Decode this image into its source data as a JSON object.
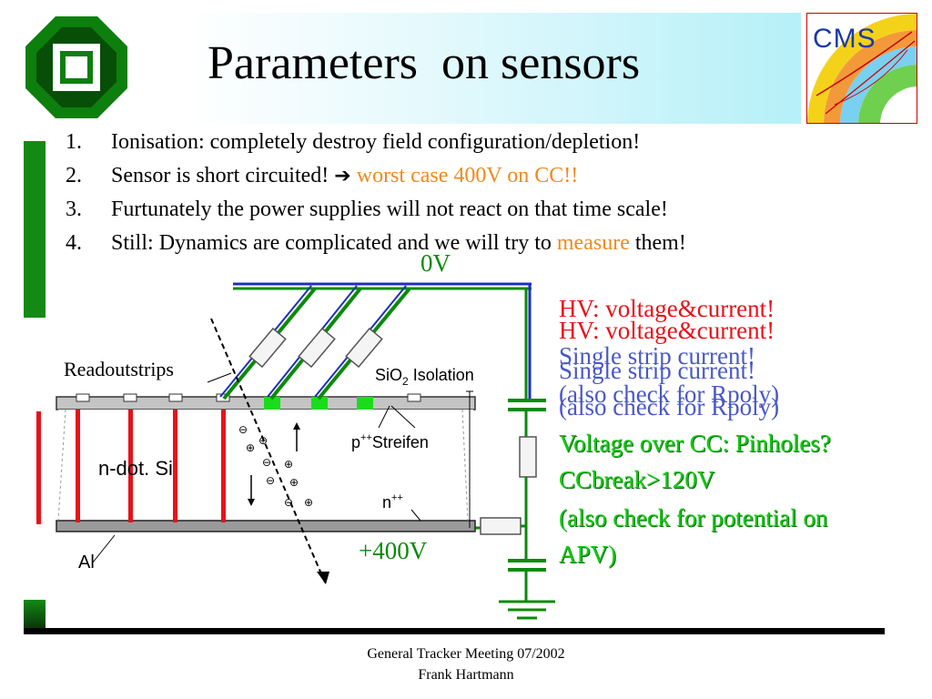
{
  "slide": {
    "title": "Parameters  on sensors",
    "cms_logo_text": "CMS"
  },
  "bullets": [
    {
      "num": "1.",
      "text": "Ionisation: completely destroy field configuration/depletion!",
      "highlight": "",
      "suffix": ""
    },
    {
      "num": "2.",
      "text": "Sensor is short circuited! ",
      "arrow_icon": "right-arrow-icon",
      "highlight": "worst case 400V on CC!!",
      "suffix": ""
    },
    {
      "num": "3.",
      "text": "Furtunately the power supplies will not react on that time scale!",
      "highlight": "",
      "suffix": ""
    },
    {
      "num": "4.",
      "text": "Still: Dynamics are complicated and we will try to ",
      "highlight": "measure",
      "suffix": " them!"
    }
  ],
  "diagram": {
    "top_voltage": "0V",
    "bottom_voltage": "+400V",
    "readout_label": "Readoutstrips",
    "isolation_label": "SiO",
    "isolation_sub": "2",
    "isolation_rest": " Isolation",
    "p_strips_label": "p",
    "p_strips_sup": "++",
    "p_strips_rest": "Streifen",
    "n_bulk_label": "n-dot. Si",
    "n_plus_label": "n",
    "n_plus_sup": "++",
    "al_label": "Al"
  },
  "annotations": {
    "hv_line1": "HV: voltage&current!",
    "hv_line2": "HV: voltage&current!",
    "strip_line1": "Single strip current!",
    "strip_line2": "Single strip current!",
    "rpoly_line1": "(also check for Rpoly)",
    "rpoly_line2": "(also check for Rpoly)",
    "cc_voltage": "Voltage over CC: Pinholes?",
    "ccbreak": "CCbreak>120V",
    "potential1": "(also check for potential on",
    "potential2": "APV)"
  },
  "footer": {
    "line1": "General Tracker Meeting 07/2002",
    "line2": "Frank Hartmann"
  },
  "colors": {
    "green_accent": "#138a13",
    "orange_highlight": "#f08a1c",
    "red_text": "#e8111a",
    "blue_text": "#4a58c8",
    "bright_green_text": "#11cc11"
  }
}
